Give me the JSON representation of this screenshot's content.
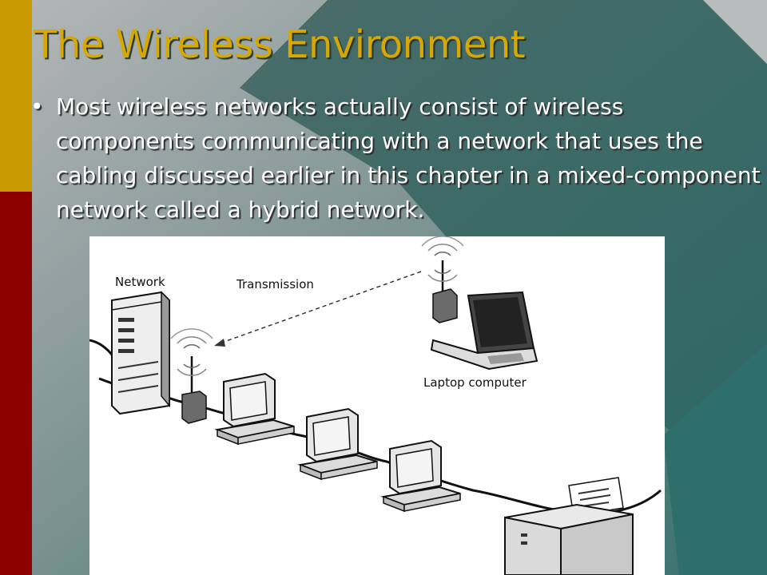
{
  "slide": {
    "title": "The Wireless Environment",
    "bullets": [
      "Most wireless networks actually consist of wireless components communicating with a network that uses the cabling discussed earlier in this chapter in a mixed-component network called a hybrid network."
    ],
    "bullet_glyph": "•"
  },
  "figure": {
    "labels": {
      "network": "Network",
      "transmission": "Transmission",
      "laptop": "Laptop computer"
    }
  },
  "colors": {
    "title": "#d8a800",
    "left_bar_gold": "#c89a00",
    "left_bar_red": "#8c0000",
    "teal": "#3d6e6a",
    "grey": "#b9bcbc"
  }
}
